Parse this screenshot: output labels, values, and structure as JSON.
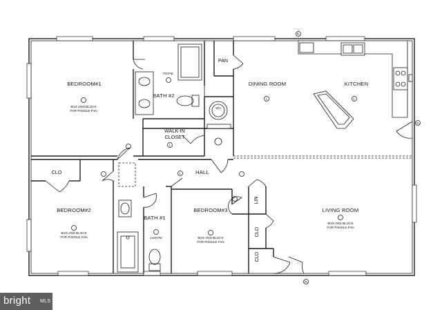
{
  "rooms": {
    "bedroom1": "BEDROOM#1",
    "bath2": "BATH #2",
    "pan": "PAN",
    "dining": "DINING ROOM",
    "kitchen": "KITCHEN",
    "walkin_line1": "WALK-IN",
    "walkin_line2": "CLOSET",
    "hall": "HALL",
    "clo_bed2": "CLO",
    "bedroom2": "BEDROOM#2",
    "bath1": "BATH #1",
    "bedroom3": "BEDROOM#3",
    "lin": "LIN",
    "clo_a": "CLO",
    "clo_b": "CLO",
    "living": "LIVING ROOM"
  },
  "notes": {
    "fan_line1": "BOX AND BLOCK",
    "fan_line2": "FOR PADDLE FAN",
    "cfm_bath2": "70CFM",
    "cfm_bath1": "110CFM"
  },
  "symbols": {
    "light": "L",
    "fan": "F",
    "exterior_light": "XL",
    "smoke": "SD",
    "water_heater": "WH"
  },
  "watermark": {
    "brand": "bright",
    "suffix": "MLS"
  }
}
